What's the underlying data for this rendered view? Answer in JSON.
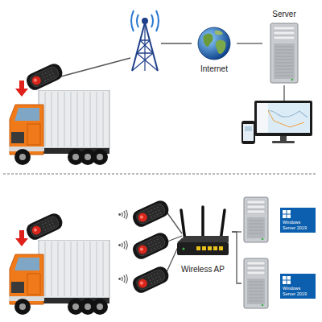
{
  "diagram": {
    "nodes": [
      {
        "text": [
          "Internet"
        ]
      },
      {
        "text": [
          "Server"
        ]
      },
      {
        "text": [
          "Wireless AP"
        ]
      },
      {
        "text": [
          "Windows Server 2019"
        ]
      },
      {
        "text": [
          "Windows Server 2019"
        ]
      }
    ],
    "edges": [
      {
        "from": 0,
        "to": 1,
        "arrow": "none"
      },
      {
        "from": 2,
        "to": 3,
        "arrow": "none"
      },
      {
        "from": 2,
        "to": 4,
        "arrow": "none"
      }
    ]
  }
}
